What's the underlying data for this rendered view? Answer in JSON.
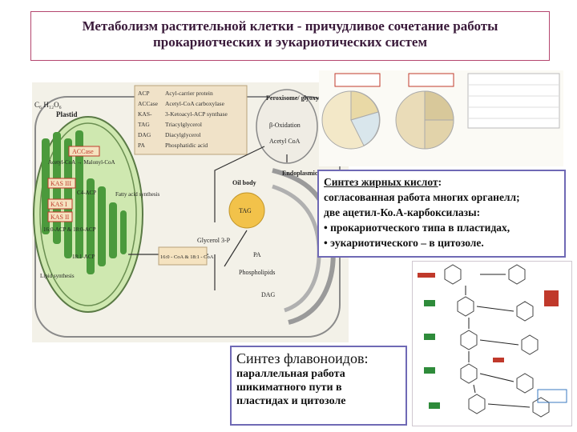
{
  "title": {
    "line1": "Метаболизм растительной клетки - причудливое сочетание работы",
    "line2": "прокариотческих и эукариотических систем"
  },
  "cell_diagram": {
    "formula": "C₆ H₁₂O₆",
    "plastid_label": "Plastid",
    "legend": [
      {
        "abbr": "ACP",
        "text": "Acyl-carrier protein"
      },
      {
        "abbr": "ACCase",
        "text": "Acetyl-CoA carboxylase"
      },
      {
        "abbr": "KAS-",
        "text": "3-Ketoacyl-ACP synthase"
      },
      {
        "abbr": "TAG",
        "text": "Triacylglycerol"
      },
      {
        "abbr": "DAG",
        "text": "Diacylglycerol"
      },
      {
        "abbr": "PA",
        "text": "Phosphatidic acid"
      }
    ],
    "enzymes": {
      "accase": "ACCase",
      "kas3": "KAS III",
      "kas1": "KAS I",
      "kas2": "KAS II"
    },
    "labels": {
      "acetyl_malonyl": "Acetyl-CoA → Malonyl-CoA",
      "c4_acp": "C4-ACP",
      "fatty_acid_synthesis": "Fatty acid synthesis",
      "c16_c18": "16:0-ACP & 18:0-ACP",
      "c18_1": "18:1-ACP",
      "lipid_synthesis": "Lipid synthesis",
      "peroxisome": "Peroxisome/ glyoxysome",
      "beta_oxidation": "β-Oxidation",
      "acetyl_coa": "Acetyl CoA",
      "er": "Endoplasmic reticulum",
      "oil_body": "Oil body",
      "tag": "TAG",
      "glycerol": "Glycerol 3-P",
      "coa_esters": "16:0 - CoA & 18:1 - CoA",
      "pa": "PA",
      "phospholipids": "Phospholipids",
      "dag": "DAG"
    }
  },
  "fatty_acid_box": {
    "heading": "Синтез жирных кислот",
    "line1": "согласованная работа многих органелл;",
    "line2": "две ацетил-Ко.А-карбоксилазы:",
    "bullet1": "• прокариотческого типа в пластидах,",
    "bullet2": "• эукариотического – в цитозоле."
  },
  "flavonoid_box": {
    "heading": "Синтез флавоноидов",
    "colon": ":",
    "line1": "параллельная работа",
    "line2": "шикиматного пути в",
    "line3": "пластидах и цитозоле"
  },
  "colors": {
    "title_border": "#b4466e",
    "box_border": "#6f69b5",
    "plastid_fill": "#c7e3a5",
    "thylakoid": "#4b9a3c",
    "enzyme_red": "#c0392b",
    "legend_fill": "#f0e2c8"
  }
}
